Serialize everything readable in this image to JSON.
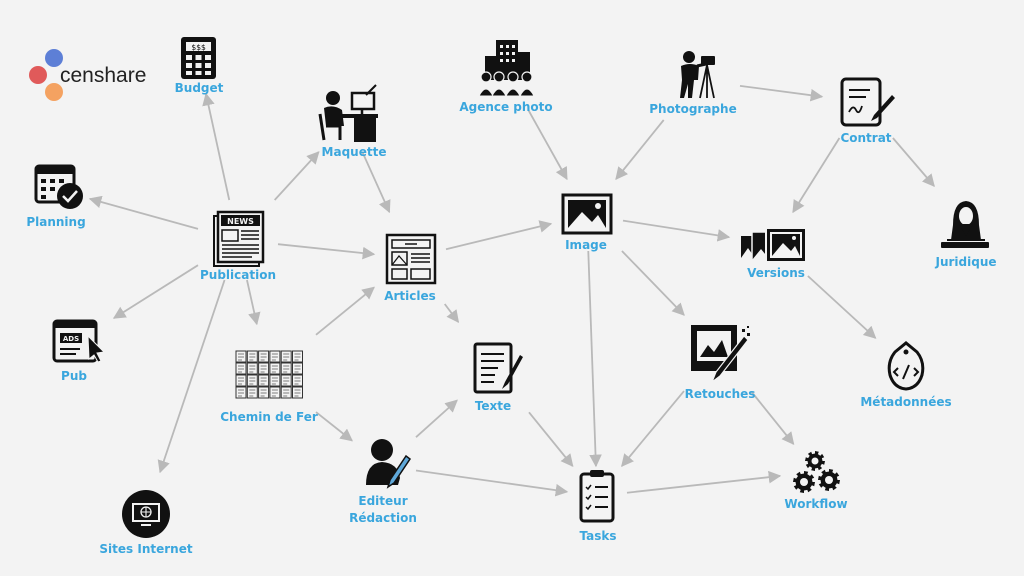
{
  "logo": {
    "text": "censhare"
  },
  "colors": {
    "background": "#f3f3f3",
    "label": "#3aa6dd",
    "arrow": "#b9b9b9",
    "icon": "#111111",
    "logo_orange": "#f4a261",
    "logo_blue": "#5d7fd6",
    "logo_red": "#e05a5a"
  },
  "nodes": {
    "budget": {
      "label": "Budget",
      "icon": "calculator-icon"
    },
    "planning": {
      "label": "Planning",
      "icon": "calendar-check-icon"
    },
    "maquette": {
      "label": "Maquette",
      "icon": "designer-at-desk-icon"
    },
    "publication": {
      "label": "Publication",
      "icon": "newspaper-icon"
    },
    "pub": {
      "label": "Pub",
      "icon": "ad-click-icon"
    },
    "sites": {
      "label": "Sites Internet",
      "icon": "globe-monitor-icon"
    },
    "chemin": {
      "label": "Chemin de Fer",
      "icon": "page-grid-icon"
    },
    "articles": {
      "label": "Articles",
      "icon": "article-layout-icon"
    },
    "texte": {
      "label": "Texte",
      "icon": "text-edit-icon"
    },
    "editeur": {
      "label_line1": "Editeur",
      "label_line2": "Rédaction",
      "icon": "editor-person-pen-icon"
    },
    "tasks": {
      "label": "Tasks",
      "icon": "clipboard-checklist-icon"
    },
    "agence": {
      "label": "Agence photo",
      "icon": "building-team-icon"
    },
    "image": {
      "label": "Image",
      "icon": "image-icon"
    },
    "photographe": {
      "label": "Photographe",
      "icon": "photographer-camera-icon"
    },
    "contrat": {
      "label": "Contrat",
      "icon": "contract-sign-icon"
    },
    "versions": {
      "label": "Versions",
      "icon": "image-stack-icon"
    },
    "juridique": {
      "label": "Juridique",
      "icon": "justice-person-icon"
    },
    "retouches": {
      "label": "Retouches",
      "icon": "image-retouch-icon"
    },
    "metadonnees": {
      "label": "Métadonnées",
      "icon": "code-tag-icon"
    },
    "workflow": {
      "label": "Workflow",
      "icon": "gears-icon"
    }
  },
  "edges": [
    {
      "from": "publication",
      "to": "budget"
    },
    {
      "from": "publication",
      "to": "planning"
    },
    {
      "from": "publication",
      "to": "maquette"
    },
    {
      "from": "publication",
      "to": "articles"
    },
    {
      "from": "publication",
      "to": "pub"
    },
    {
      "from": "publication",
      "to": "sites"
    },
    {
      "from": "publication",
      "to": "chemin"
    },
    {
      "from": "maquette",
      "to": "articles"
    },
    {
      "from": "chemin",
      "to": "articles"
    },
    {
      "from": "chemin",
      "to": "editeur"
    },
    {
      "from": "articles",
      "to": "image"
    },
    {
      "from": "articles",
      "to": "texte"
    },
    {
      "from": "editeur",
      "to": "texte"
    },
    {
      "from": "editeur",
      "to": "tasks"
    },
    {
      "from": "texte",
      "to": "tasks"
    },
    {
      "from": "agence",
      "to": "image"
    },
    {
      "from": "photographe",
      "to": "image"
    },
    {
      "from": "photographe",
      "to": "contrat"
    },
    {
      "from": "image",
      "to": "versions"
    },
    {
      "from": "image",
      "to": "retouches"
    },
    {
      "from": "image",
      "to": "tasks"
    },
    {
      "from": "contrat",
      "to": "versions"
    },
    {
      "from": "contrat",
      "to": "juridique"
    },
    {
      "from": "versions",
      "to": "metadonnees"
    },
    {
      "from": "retouches",
      "to": "tasks"
    },
    {
      "from": "retouches",
      "to": "workflow"
    },
    {
      "from": "tasks",
      "to": "workflow"
    }
  ]
}
